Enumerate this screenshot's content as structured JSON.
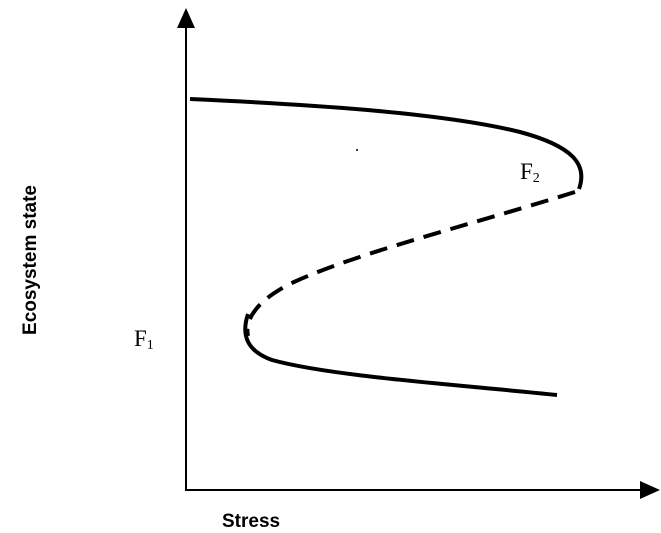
{
  "axes": {
    "x_label": "Stress",
    "y_label": "Ecosystem state"
  },
  "fold_points": {
    "f1": {
      "main": "F",
      "sub": "1"
    },
    "f2": {
      "main": "F",
      "sub": "2"
    }
  }
}
